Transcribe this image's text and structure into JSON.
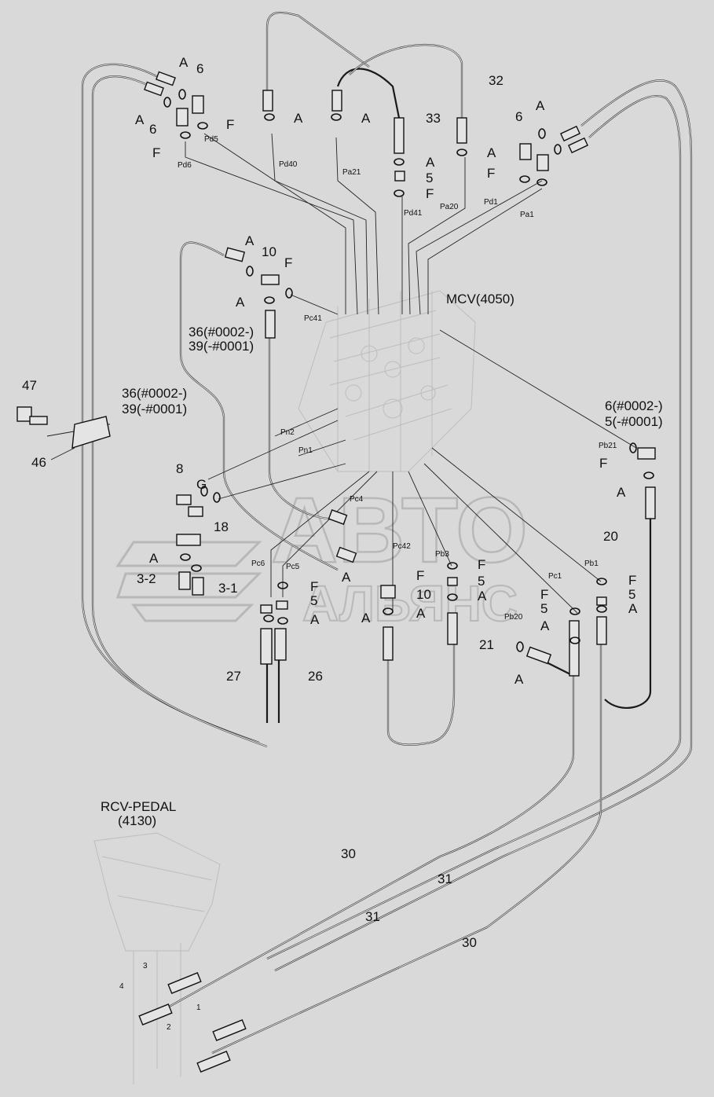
{
  "diagram": {
    "watermark": {
      "line1": "АВТО",
      "line2": "АЛЬЯНС"
    },
    "components": {
      "mcv": "MCV(4050)",
      "rcv_pedal_1": "RCV-PEDAL",
      "rcv_pedal_2": "(4130)"
    },
    "callouts": {
      "n47": "47",
      "n46": "46",
      "n36a_1": "36(#0002-)",
      "n36a_2": "39(-#0001)",
      "n36b_1": "36(#0002-)",
      "n36b_2": "39(-#0001)",
      "n6r_1": "6(#0002-)",
      "n6r_2": "5(-#0001)",
      "n32": "32",
      "n33": "33",
      "n20": "20",
      "n21": "21",
      "n26": "26",
      "n27": "27",
      "n18": "18",
      "n8": "8",
      "n10a": "10",
      "n10b": "10",
      "n3_1": "3-1",
      "n3_2": "3-2",
      "n30a": "30",
      "n30b": "30",
      "n31a": "31",
      "n31b": "31",
      "n6a": "6",
      "n6b": "6",
      "n6c": "6",
      "n5a": "5",
      "n5b": "5",
      "n5c": "5",
      "n5d": "5",
      "n5e": "5",
      "n5f": "5",
      "A": "A",
      "F": "F",
      "G": "G"
    },
    "ports": {
      "pd5": "Pd5",
      "pd6": "Pd6",
      "pd40": "Pd40",
      "pa21": "Pa21",
      "pd41": "Pd41",
      "pa20": "Pa20",
      "pd1": "Pd1",
      "pa1": "Pa1",
      "pc41": "Pc41",
      "pn2": "Pn2",
      "pn1": "Pn1",
      "pb21": "Pb21",
      "pc4": "Pc4",
      "pc42": "Pc42",
      "pc6": "Pc6",
      "pc5": "Pc5",
      "pb3": "Pb3",
      "pc1": "Pc1",
      "pb1": "Pb1",
      "pb20": "Pb20"
    },
    "pedal_ports": {
      "p1": "1",
      "p2": "2",
      "p3": "3",
      "p4": "4"
    }
  }
}
